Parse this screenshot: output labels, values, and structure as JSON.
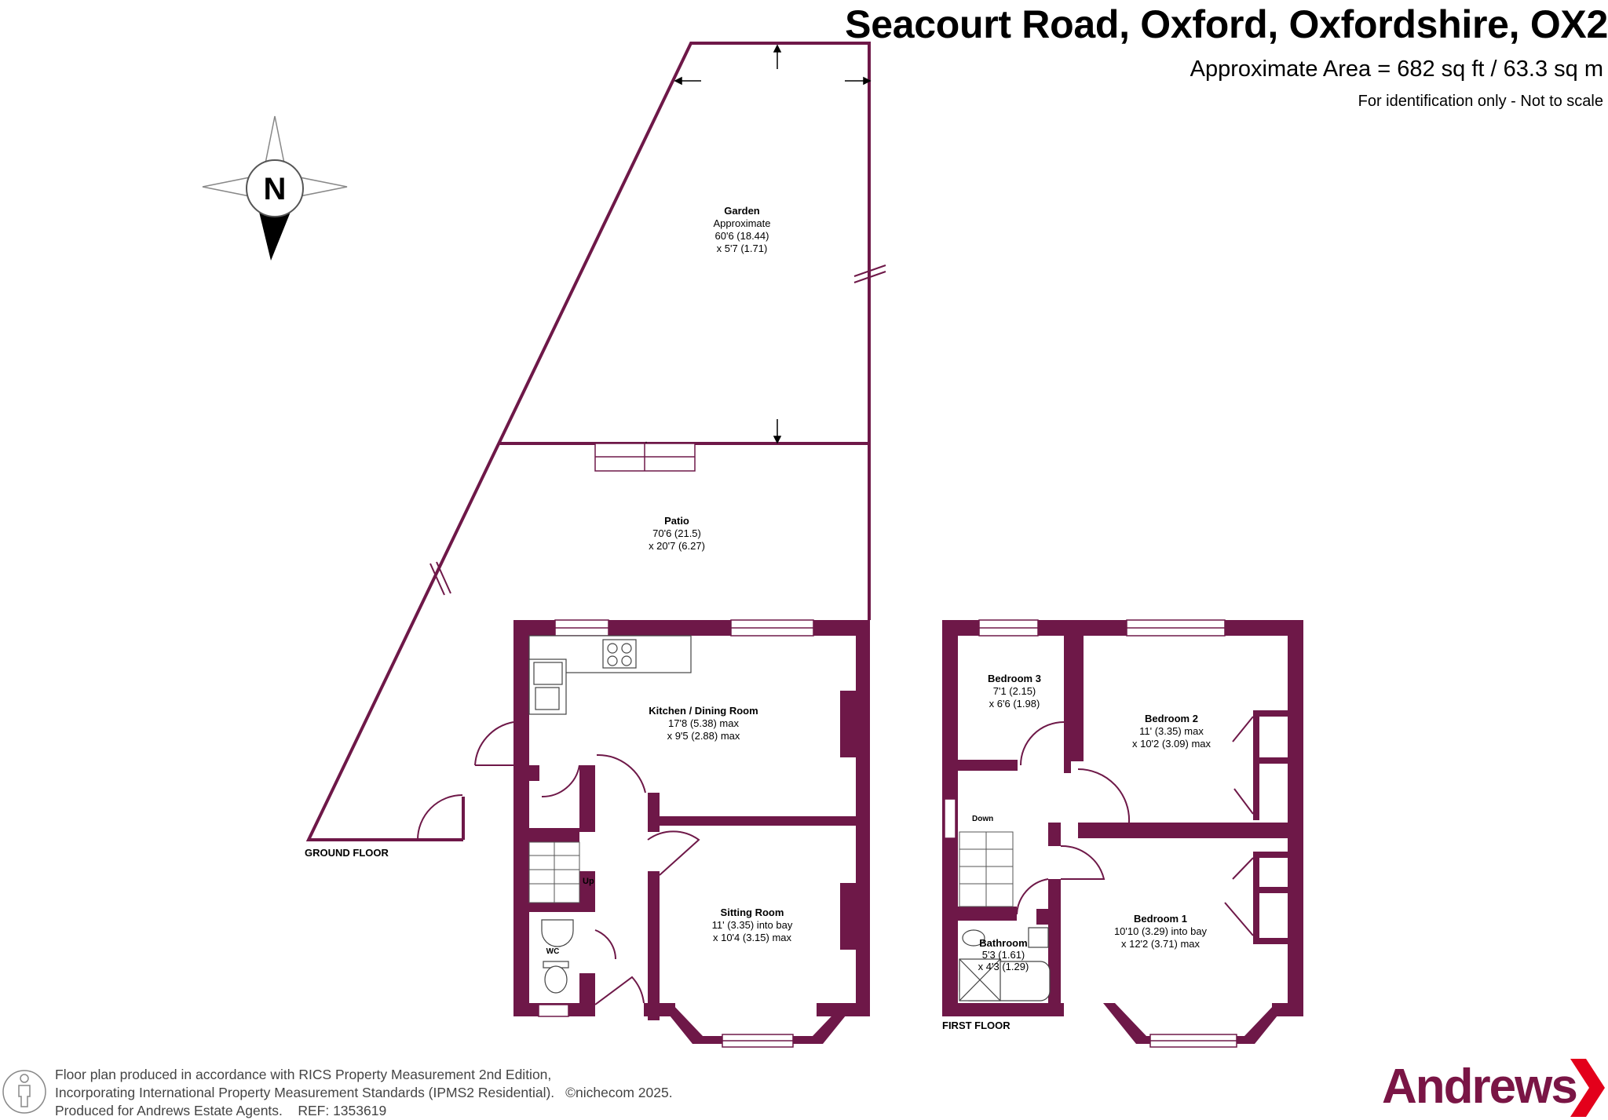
{
  "header": {
    "title": "Seacourt Road, Oxford, Oxfordshire, OX2",
    "area": "Approximate Area = 682 sq ft / 63.3 sq m",
    "note": "For identification only - Not to scale"
  },
  "compass": {
    "label": "N"
  },
  "rooms": {
    "garden": {
      "name": "Garden",
      "dims": [
        "Approximate",
        "60'6 (18.44)",
        "x 5'7 (1.71)"
      ]
    },
    "patio": {
      "name": "Patio",
      "dims": [
        "70'6 (21.5)",
        "x 20'7 (6.27)"
      ]
    },
    "kitchen": {
      "name": "Kitchen / Dining Room",
      "dims": [
        "17'8 (5.38) max",
        "x 9'5 (2.88) max"
      ]
    },
    "sitting": {
      "name": "Sitting Room",
      "dims": [
        "11' (3.35) into bay",
        "x 10'4 (3.15) max"
      ]
    },
    "wc": {
      "name": "WC"
    },
    "bedroom3": {
      "name": "Bedroom 3",
      "dims": [
        "7'1 (2.15)",
        "x 6'6 (1.98)"
      ]
    },
    "bedroom2": {
      "name": "Bedroom 2",
      "dims": [
        "11' (3.35) max",
        "x 10'2 (3.09) max"
      ]
    },
    "bedroom1": {
      "name": "Bedroom 1",
      "dims": [
        "10'10 (3.29) into bay",
        "x 12'2 (3.71) max"
      ]
    },
    "bathroom": {
      "name": "Bathroom",
      "dims": [
        "5'3 (1.61)",
        "x 4'3 (1.29)"
      ]
    }
  },
  "labels": {
    "up": "Up",
    "down": "Down",
    "ground_floor": "GROUND FLOOR",
    "first_floor": "FIRST FLOOR"
  },
  "footer": {
    "line1": "Floor plan produced in accordance with RICS Property Measurement 2nd Edition,",
    "line2": "Incorporating International Property Measurement Standards (IPMS2 Residential).",
    "copyright": "©nichecom 2025.",
    "line3": "Produced for Andrews Estate Agents.    REF: 1353619"
  },
  "brand": {
    "name": "Andrews"
  },
  "colors": {
    "wall": "#6e1848",
    "brand": "#7a1545",
    "accent": "#e3001b"
  }
}
